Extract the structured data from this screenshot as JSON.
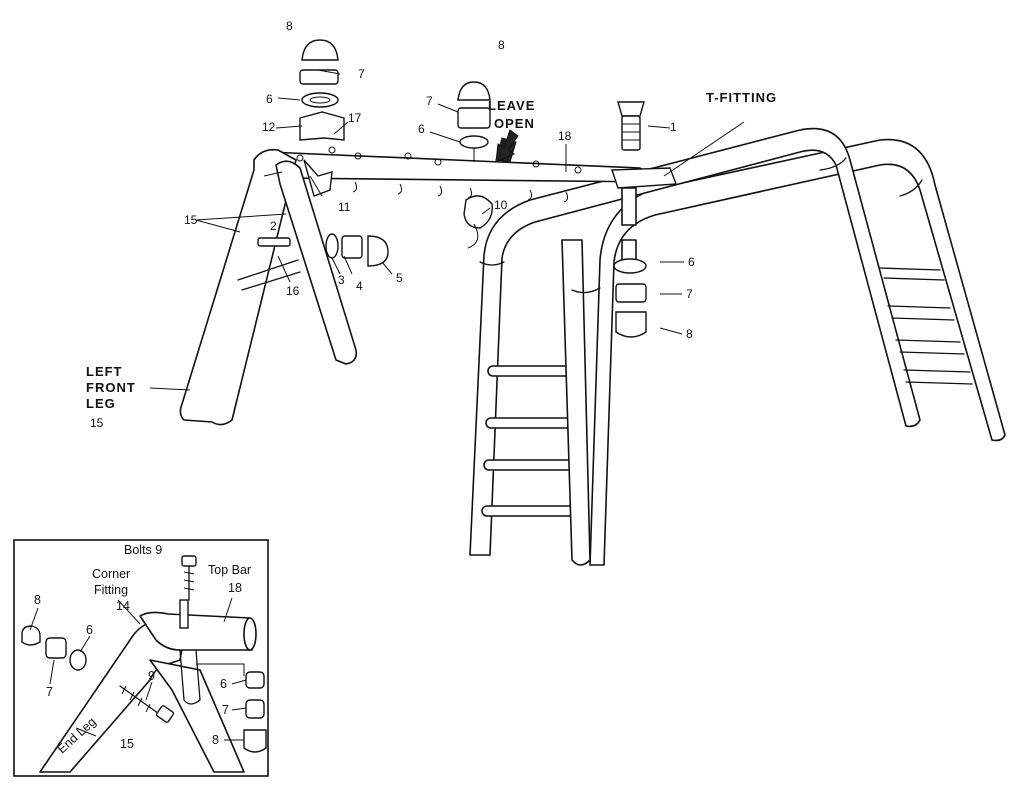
{
  "labels": {
    "left_front_leg": [
      "LEFT",
      "FRONT",
      "LEG"
    ],
    "left_front_leg_num": "15",
    "t_fitting": "T-FITTING",
    "leave_open": [
      "LEAVE",
      "OPEN"
    ],
    "parts": {
      "p1": "1",
      "p2": "2",
      "p3": "3",
      "p4": "4",
      "p5": "5",
      "p6": "6",
      "p7": "7",
      "p8": "8",
      "p10": "10",
      "p11": "11",
      "p12": "12",
      "p15": "15",
      "p16": "16",
      "p17": "17",
      "p18": "18"
    }
  },
  "inset": {
    "bolts": "Bolts 9",
    "corner_fitting": [
      "Corner",
      "Fitting"
    ],
    "corner_num": "14",
    "top_bar": "Top Bar",
    "top_bar_num": "18",
    "end_leg": "End Leg",
    "end_leg_num": "15",
    "n8": "8",
    "n7": "7",
    "n6": "6",
    "n9": "9"
  }
}
